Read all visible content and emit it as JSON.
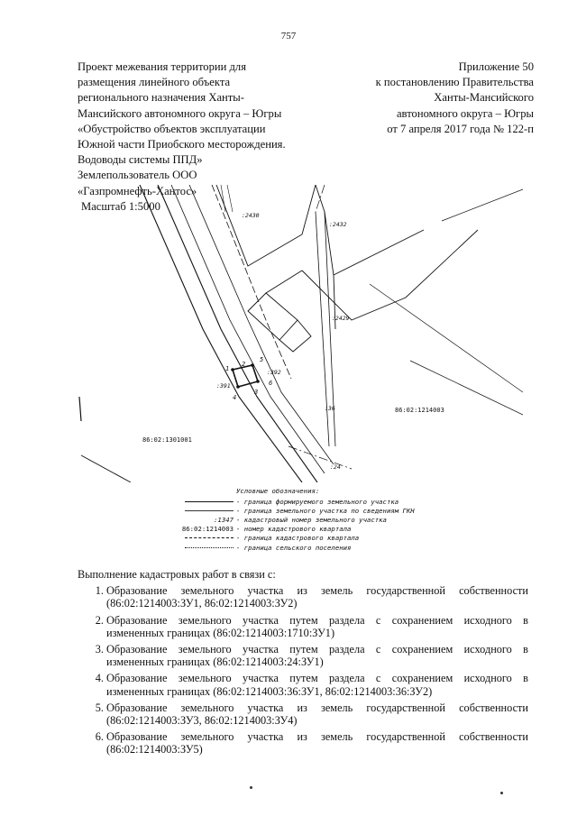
{
  "page_number": "757",
  "header_left": [
    "Проект межевания территории для",
    "размещения линейного объекта",
    "регионального назначения Ханты-",
    "Мансийского автономного округа – Югры",
    "«Обустройство объектов эксплуатации",
    "Южной части Приобского месторождения.",
    "Водоводы системы ППД»",
    "Землепользователь  ООО",
    "«Газпромнефть-Хантос»"
  ],
  "scale": "Масштаб 1:5000",
  "header_right": [
    "Приложение 50",
    "к постановлению Правительства",
    "Ханты-Мансийского",
    "автономного округа – Югры",
    "от 7 апреля 2017 года № 122-п"
  ],
  "map": {
    "labels": {
      "parcel_2430": ":2430",
      "parcel_2432": ":2432",
      "parcel_2429": ":2429",
      "parcel_392": ":392",
      "parcel_391": ":391",
      "parcel_24": ":24",
      "parcel_36": ":36",
      "quarter_east": "86:02:1214003",
      "quarter_west": "86:02:1301001",
      "point_1": "1",
      "point_2": "2",
      "point_3": "3",
      "point_4": "4",
      "point_5": "5",
      "point_6": "6"
    }
  },
  "legend": {
    "title": "Условные обозначения:",
    "items": [
      {
        "symbol": "",
        "text": "- граница формируемого земельного участка"
      },
      {
        "symbol": "",
        "text": "- граница земельного участка по сведениям ГКН"
      },
      {
        "symbol": ":1347",
        "text": "- кадастровый номер земельного участка"
      },
      {
        "symbol": "86:02:1214003",
        "text": "- номер кадастрового квартала"
      },
      {
        "symbol": "",
        "text": "- граница кадастрового квартала"
      },
      {
        "symbol": "",
        "text": "- граница сельского поселения"
      }
    ]
  },
  "works": {
    "title": "Выполнение кадастровых работ в связи с:",
    "items": [
      {
        "first": "Образование земельного участка из земель государственной собственности",
        "rest": "(86:02:1214003:ЗУ1, 86:02:1214003:ЗУ2)"
      },
      {
        "first": "Образование земельного участка путем раздела с сохранением исходного в",
        "rest": "измененных границах (86:02:1214003:1710:ЗУ1)"
      },
      {
        "first": "Образование земельного участка путем раздела с сохранением исходного в",
        "rest": "измененных границах (86:02:1214003:24:ЗУ1)"
      },
      {
        "first": "Образование земельного участка путем раздела с сохранением исходного в",
        "rest": "измененных границах (86:02:1214003:36:ЗУ1, 86:02:1214003:36:ЗУ2)"
      },
      {
        "first": "Образование земельного участка из земель государственной собственности",
        "rest": "(86:02:1214003:ЗУ3, 86:02:1214003:ЗУ4)"
      },
      {
        "first": "Образование земельного участка из земель государственной собственности",
        "rest": "(86:02:1214003:ЗУ5)"
      }
    ]
  }
}
